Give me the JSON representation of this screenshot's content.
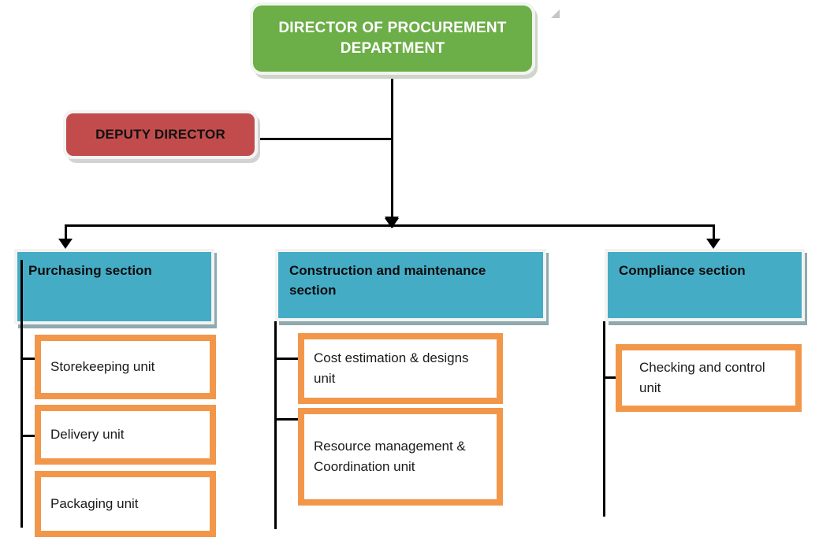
{
  "chart": {
    "title_node": {
      "label": "DIRECTOR OF PROCUREMENT DEPARTMENT",
      "fill": "#6cae47",
      "text_color": "#ffffff"
    },
    "deputy_node": {
      "label": "DEPUTY DIRECTOR",
      "fill": "#c24c4c",
      "text_color": "#111111"
    },
    "sections": [
      {
        "label": "Purchasing section",
        "fill": "#45acc6",
        "units": [
          {
            "label": "Storekeeping unit"
          },
          {
            "label": "Delivery unit"
          },
          {
            "label": "Packaging unit"
          }
        ]
      },
      {
        "label": "Construction and maintenance section",
        "fill": "#45acc6",
        "units": [
          {
            "label": "Cost estimation & designs unit"
          },
          {
            "label": "Resource management & Coordination unit"
          }
        ]
      },
      {
        "label": "Compliance section",
        "fill": "#45acc6",
        "units": [
          {
            "label": "Checking and control unit"
          }
        ]
      }
    ],
    "palette": {
      "green": "#6cae47",
      "red": "#c24c4c",
      "teal": "#45acc6",
      "orange": "#f2974a",
      "connector": "#000000",
      "background": "#ffffff"
    }
  }
}
